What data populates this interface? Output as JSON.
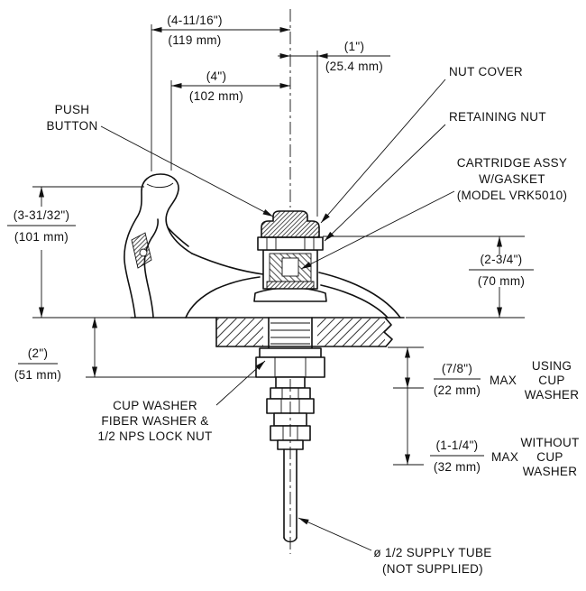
{
  "drawing": {
    "type": "technical-dimension-drawing",
    "subject": "push-button bubbler valve assembly on mounting deck",
    "colors": {
      "line": "#111111",
      "background": "#ffffff"
    }
  },
  "dimensions": {
    "overall": {
      "in": "(4-11/16\")",
      "mm": "(119 mm)"
    },
    "offset": {
      "in": "(1\")",
      "mm": "(25.4 mm)"
    },
    "spout": {
      "in": "(4\")",
      "mm": "(102 mm)"
    },
    "height_left": {
      "in": "(3-31/32\")",
      "mm": "(101 mm)"
    },
    "valve_height": {
      "in": "(2-3/4\")",
      "mm": "(70 mm)"
    },
    "below_deck": {
      "in": "(2\")",
      "mm": "(51 mm)"
    },
    "cup_max": {
      "in": "(7/8\")",
      "mm": "(22 mm)",
      "suffix": "MAX"
    },
    "nocup_max": {
      "in": "(1-1/4\")",
      "mm": "(32 mm)",
      "suffix": "MAX"
    }
  },
  "labels": {
    "push_button": [
      "PUSH",
      "BUTTON"
    ],
    "nut_cover": "NUT COVER",
    "retaining_nut": "RETAINING NUT",
    "cartridge": [
      "CARTRIDGE ASSY",
      "W/GASKET",
      "(MODEL VRK5010)"
    ],
    "cup_washer": [
      "CUP WASHER",
      "FIBER WASHER &",
      "1/2 NPS LOCK NUT"
    ],
    "using_cup": [
      "USING",
      "CUP",
      "WASHER"
    ],
    "without_cup": [
      "WITHOUT",
      "CUP",
      "WASHER"
    ],
    "supply_tube": [
      "ø 1/2 SUPPLY TUBE",
      "(NOT SUPPLIED)"
    ]
  }
}
